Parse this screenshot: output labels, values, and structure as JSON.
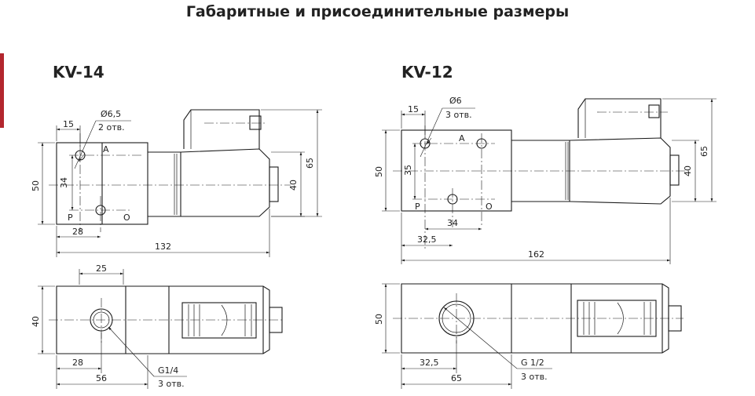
{
  "title": "Габаритные и присоединительные размеры",
  "accent_color": "#b3262e",
  "kv14": {
    "model": "KV-14",
    "front": {
      "dim_width": "15",
      "hole_dia": "Ø6,5",
      "hole_count": "2 отв.",
      "dim_height": "50",
      "dim_port_spacing": "34",
      "dim_port_x": "28",
      "dim_length": "132",
      "dim_coil_height": "40",
      "dim_total_height": "65",
      "port_a": "A",
      "port_p": "P",
      "port_o": "O"
    },
    "side": {
      "dim_port_width": "25",
      "dim_height": "40",
      "dim_port_x": "28",
      "dim_length": "56",
      "thread": "G1/4",
      "thread_count": "3 отв."
    }
  },
  "kv12": {
    "model": "KV-12",
    "front": {
      "dim_width": "15",
      "hole_dia": "Ø6",
      "hole_count": "3 отв.",
      "dim_height": "50",
      "dim_port_spacing": "35",
      "dim_port_dx": "34",
      "dim_port_x": "32,5",
      "dim_length": "162",
      "dim_coil_height": "40",
      "dim_total_height": "65",
      "port_a": "A",
      "port_p": "P",
      "port_o": "O"
    },
    "side": {
      "dim_height": "50",
      "dim_port_x": "32,5",
      "dim_length": "65",
      "thread": "G 1/2",
      "thread_count": "3 отв."
    }
  }
}
